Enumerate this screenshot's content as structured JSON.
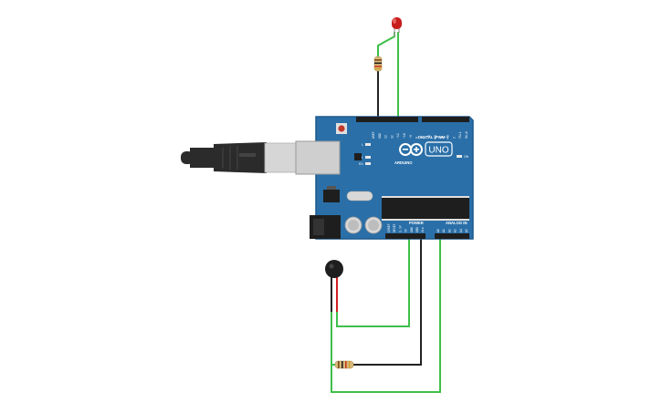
{
  "board": {
    "name": "UNO",
    "brand": "ARDUINO",
    "header_digital": "DIGITAL (PWM~)",
    "header_power": "POWER",
    "header_analog": "ANALOG IN",
    "label_on": "ON",
    "label_l": "L",
    "label_tx": "TX",
    "label_rx": "RX",
    "digital_pins": [
      "AREF",
      "GND",
      "13",
      "12",
      "~11",
      "~10",
      "~9",
      "8",
      "7",
      "~6",
      "~5",
      "4",
      "~3",
      "2",
      "TX▸1",
      "RX◂0"
    ],
    "power_pins": [
      "IOREF",
      "RESET",
      "3.3V",
      "5V",
      "GND",
      "GND",
      "Vin"
    ],
    "analog_pins": [
      "A0",
      "A1",
      "A2",
      "A3",
      "A4",
      "A5"
    ]
  },
  "colors": {
    "board": "#2a6fa8",
    "board_edge": "#1d5a8e",
    "wire_green": "#3fbf4a",
    "wire_black": "#222222",
    "wire_red": "#d42020",
    "led_red": "#c81e1e",
    "usb_cable": "#2b2b2b",
    "usb_plug": "#d6d6d6"
  }
}
